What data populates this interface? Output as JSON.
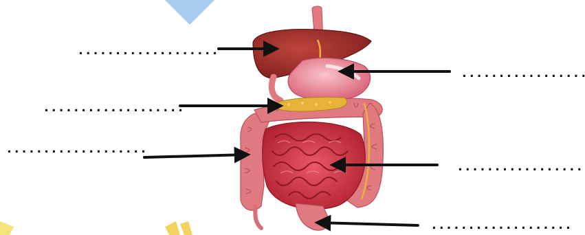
{
  "worksheet": {
    "title": "",
    "labels": [
      {
        "id": "liver",
        "text": "..................."
      },
      {
        "id": "stomach",
        "text": "..................."
      },
      {
        "id": "pancreas",
        "text": "..................."
      },
      {
        "id": "large-intestine",
        "text": "..................."
      },
      {
        "id": "small-intestine",
        "text": "..................."
      },
      {
        "id": "rectum",
        "text": "..................."
      }
    ]
  },
  "colors": {
    "liver": "#a8302c",
    "stomach": "#e9768a",
    "intestine": "#d2374a",
    "colon": "#e07a80",
    "fat": "#e6b23a",
    "arrow": "#111111",
    "corner_blue": "#a9cdf0",
    "corner_yellow": "#f6e27a"
  }
}
